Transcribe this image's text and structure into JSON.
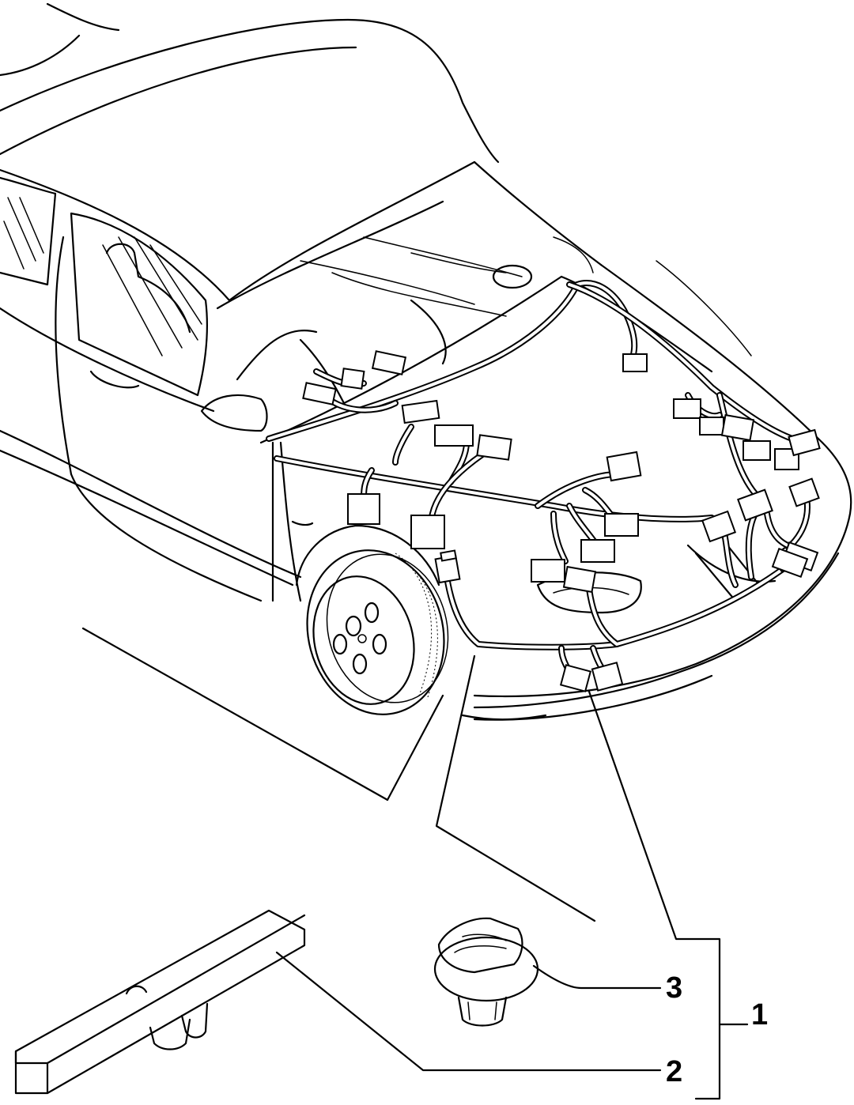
{
  "callouts": [
    {
      "number": "1"
    },
    {
      "number": "2"
    },
    {
      "number": "3"
    }
  ]
}
